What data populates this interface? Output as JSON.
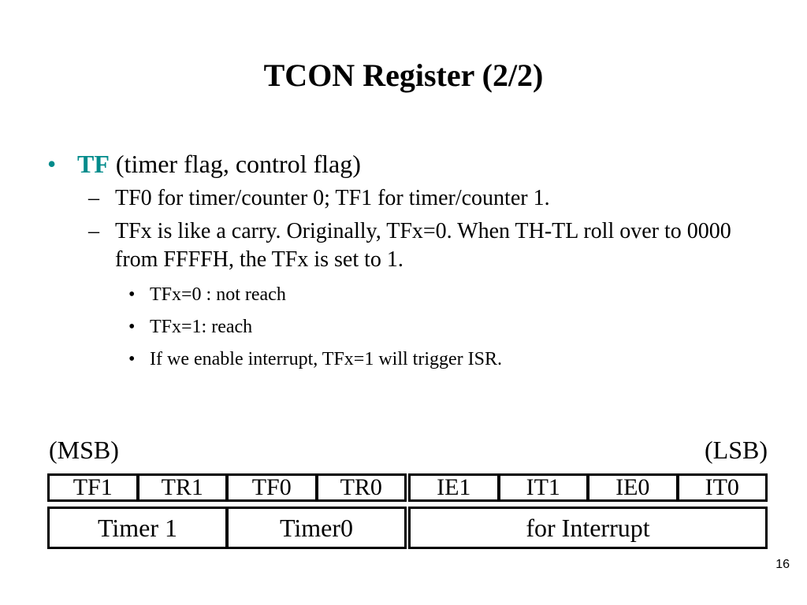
{
  "slide": {
    "title": "TCON Register (2/2)",
    "page_number": "16",
    "accent_color": "#008b8b"
  },
  "bullets": {
    "main": {
      "marker": "•",
      "keyword": "TF",
      "text": " (timer flag, control flag)"
    },
    "sub": [
      {
        "marker": "–",
        "text": "TF0 for timer/counter 0; TF1 for timer/counter 1."
      },
      {
        "marker": "–",
        "text": "TFx is like a carry. Originally, TFx=0. When TH-TL roll over to 0000 from FFFFH, the TFx is set to 1."
      }
    ],
    "subsub": [
      {
        "marker": "•",
        "text": "TFx=0 : not reach"
      },
      {
        "marker": "•",
        "text": "TFx=1: reach"
      },
      {
        "marker": "•",
        "text": "If we enable interrupt, TFx=1 will trigger ISR."
      }
    ]
  },
  "register": {
    "msb_label": "(MSB)",
    "lsb_label": "(LSB)",
    "high_bits": [
      "TF1",
      "TR1",
      "TF0",
      "TR0"
    ],
    "low_bits": [
      "IE1",
      "IT1",
      "IE0",
      "IT0"
    ],
    "groups": {
      "timer1": "Timer 1",
      "timer0": "Timer0",
      "interrupt": "for Interrupt"
    }
  }
}
